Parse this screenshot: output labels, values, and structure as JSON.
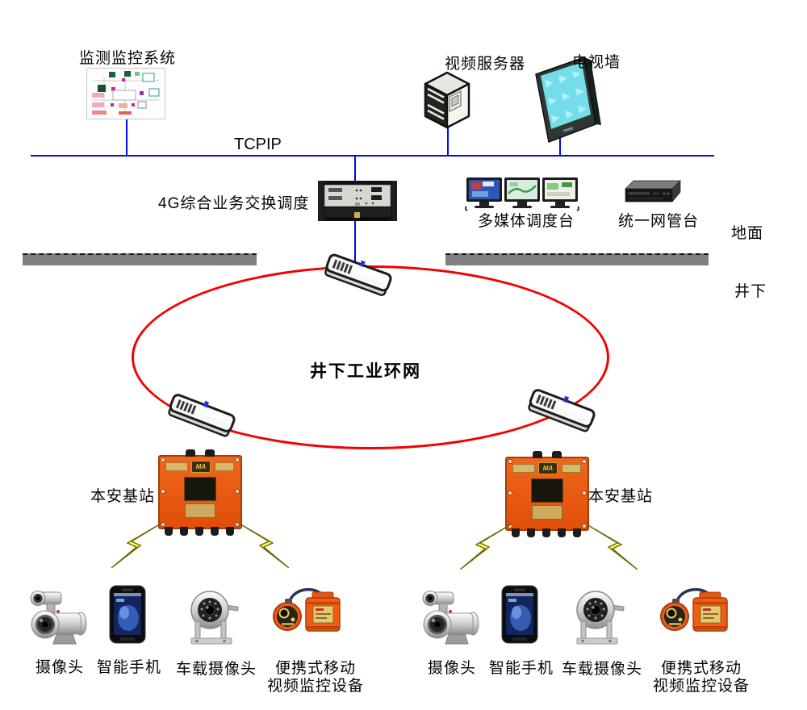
{
  "colors": {
    "link_line_blue": "#0009f0",
    "ring_red": "#f40000",
    "surface_bar_gray": "#7f7f7f",
    "station_orange": "#e95513",
    "lightning_yellow": "#ffff42"
  },
  "surface": {
    "monitoring_label": "监测监控系统",
    "video_server_label": "视频服务器",
    "tv_wall_label": "电视墙",
    "tcpip_label": "TCPIP",
    "dispatch_4g_label": "4G综合业务交换调度",
    "multimedia_console_label": "多媒体调度台",
    "nms_console_label": "统一网管台",
    "ground_label": "地面"
  },
  "underground": {
    "zone_label": "井下",
    "ring_label": "井下工业环网",
    "stations": [
      {
        "label": "本安基站",
        "badge": "MA"
      },
      {
        "label": "本安基站",
        "badge": "MA"
      }
    ]
  },
  "device_groups": [
    {
      "camera_label": "摄像头",
      "smartphone_label": "智能手机",
      "vehicle_camera_label": "车载摄像头",
      "portable_label_line1": "便携式移动",
      "portable_label_line2": "视频监控设备"
    },
    {
      "camera_label": "摄像头",
      "smartphone_label": "智能手机",
      "vehicle_camera_label": "车载摄像头",
      "portable_label_line1": "便携式移动",
      "portable_label_line2": "视频监控设备"
    }
  ]
}
